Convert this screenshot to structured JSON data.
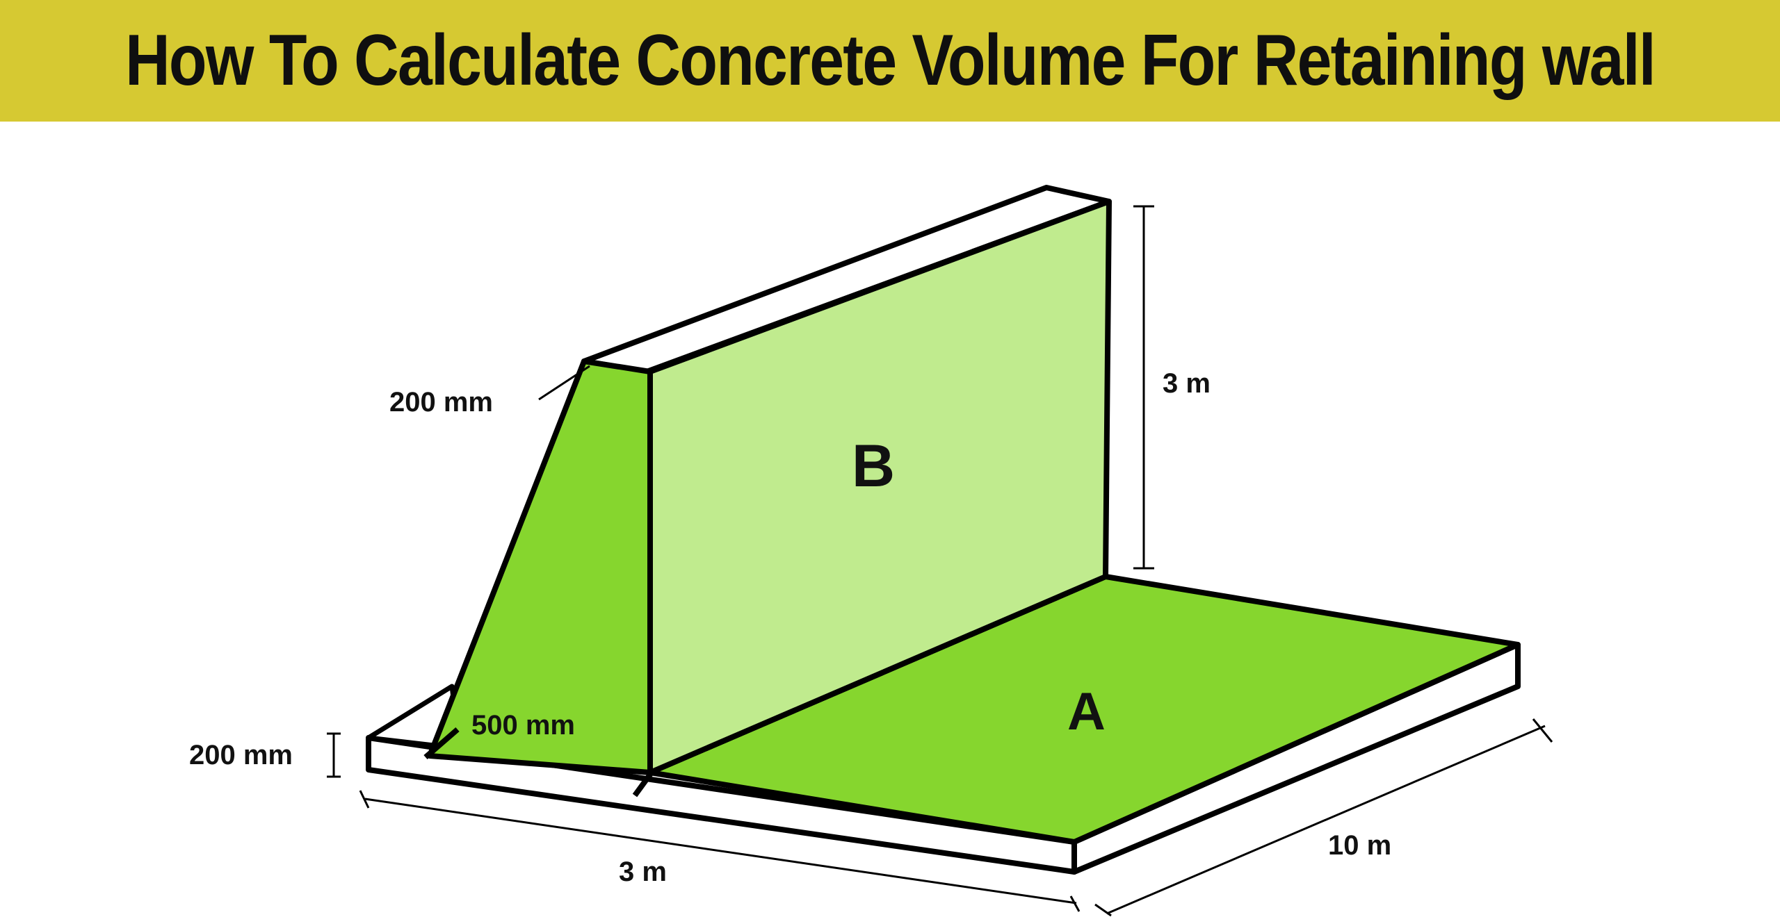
{
  "title": "How To Calculate Concrete Volume For Retaining wall",
  "colors": {
    "banner": "#d6c932",
    "wall_face": "#c0eb8e",
    "slab_and_side": "#86d62e",
    "outline": "#000000",
    "slab_edge": "#ffffff"
  },
  "labels": {
    "wall_top_thickness": "200 mm",
    "wall_height": "3 m",
    "wall_section": "B",
    "base_section": "A",
    "wall_base_thickness": "500 mm",
    "base_thickness": "200 mm",
    "base_width": "3 m",
    "wall_length": "10 m"
  }
}
